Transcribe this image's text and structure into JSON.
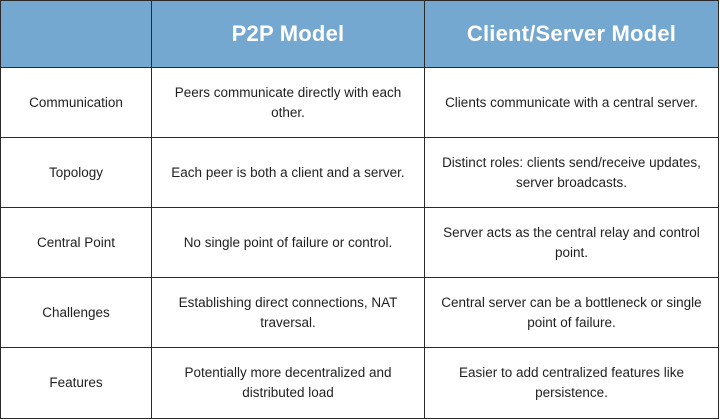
{
  "columns": [
    "",
    "P2P Model",
    "Client/Server Model"
  ],
  "rows": [
    {
      "label": "Communication",
      "p2p": "Peers communicate directly with each other.",
      "client_server": "Clients communicate with a central server."
    },
    {
      "label": "Topology",
      "p2p": "Each peer is both a client and a server.",
      "client_server": "Distinct roles: clients send/receive updates, server broadcasts."
    },
    {
      "label": "Central Point",
      "p2p": "No single point of failure or control.",
      "client_server": "Server acts as the central relay and control point."
    },
    {
      "label": "Challenges",
      "p2p": "Establishing direct connections, NAT traversal.",
      "client_server": "Central server can be a bottleneck or single point of failure."
    },
    {
      "label": "Features",
      "p2p": "Potentially more decentralized and distributed load",
      "client_server": "Easier to add centralized features like persistence."
    }
  ],
  "colors": {
    "header_bg": "#74a8d0",
    "header_text": "#ffffff",
    "border": "#2a2a2a",
    "body_text": "#1f1f1f"
  }
}
